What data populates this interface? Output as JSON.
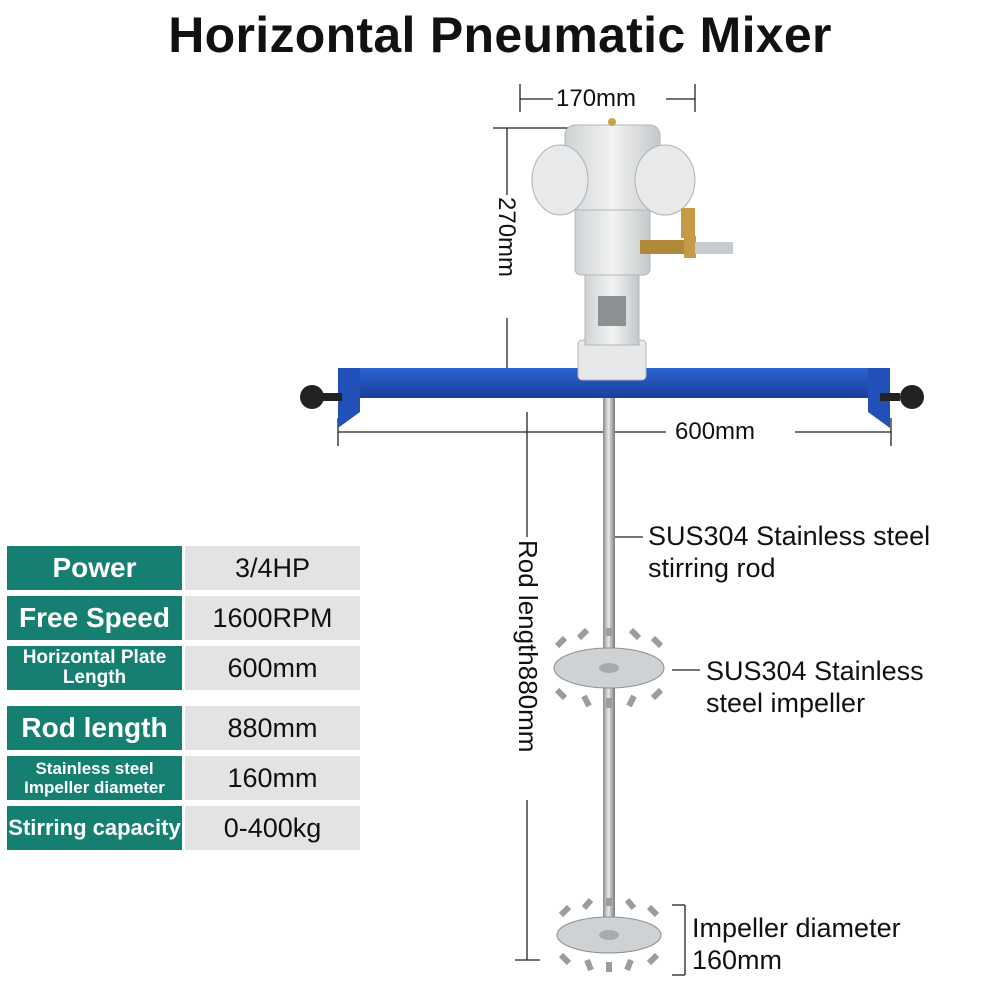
{
  "title": "Horizontal Pneumatic Mixer",
  "dimensions": {
    "motor_width": "170mm",
    "motor_height": "270mm",
    "plate_length": "600mm",
    "rod_length": "Rod length880mm"
  },
  "callouts": {
    "rod": [
      "SUS304 Stainless steel",
      "stirring rod"
    ],
    "impeller": [
      "SUS304 Stainless",
      "steel impeller"
    ],
    "diameter": [
      "Impeller diameter",
      "160mm"
    ]
  },
  "specs": [
    {
      "label": "Power",
      "value": "3/4HP"
    },
    {
      "label": "Free Speed",
      "value": "1600RPM"
    },
    {
      "label": "Horizontal Plate Length",
      "value": "600mm"
    },
    {
      "label": "Rod length",
      "value": "880mm"
    },
    {
      "label": "Stainless steel Impeller diameter",
      "value": "160mm"
    },
    {
      "label": "Stirring capacity",
      "value": "0-400kg"
    }
  ],
  "colors": {
    "spec_label_bg": "#157f72",
    "spec_value_bg": "#e3e3e3",
    "plate": "#1e4fb5"
  }
}
